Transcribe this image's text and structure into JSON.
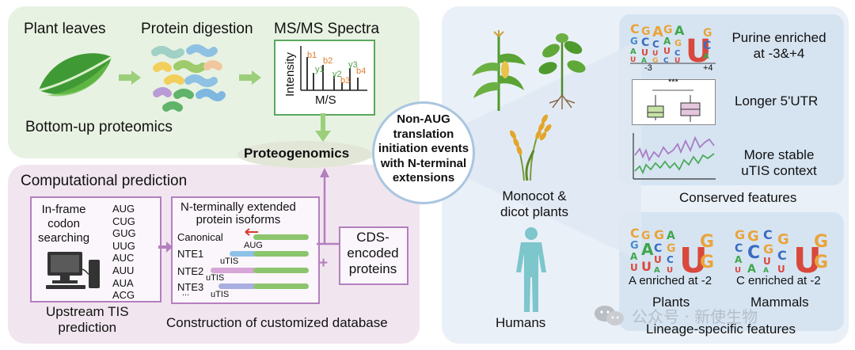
{
  "top_panel": {
    "plant_leaves": "Plant leaves",
    "protein_digestion": "Protein digestion",
    "ms_spectra": "MS/MS Spectra",
    "bottom_up": "Bottom-up proteomics",
    "spectrum": {
      "ylabel": "Intensity",
      "xlabel": "M/S",
      "peaks": [
        "b1",
        "y1",
        "b2",
        "y2",
        "b3",
        "y3",
        "b4"
      ]
    }
  },
  "proteogenomics": "Proteogenomics",
  "center_circle": {
    "lines": [
      "Non-AUG",
      "translation",
      "initiation events",
      "with N-terminal",
      "extensions"
    ]
  },
  "computational": {
    "title": "Computational prediction",
    "codon_box_label": [
      "In-frame",
      "codon",
      "searching"
    ],
    "codons": [
      "AUG",
      "CUG",
      "GUG",
      "UUG",
      "AUC",
      "AUU",
      "AUA",
      "ACG"
    ],
    "upstream_tis": [
      "Upstream TIS",
      "prediction"
    ],
    "isoforms_title": [
      "N-terminally extended",
      "protein isoforms"
    ],
    "rows": [
      "Canonical",
      "NTE1",
      "NTE2",
      "NTE3"
    ],
    "ellipsis": "...",
    "aug": "AUG",
    "utis": "uTIS",
    "construction": "Construction of customized database",
    "cds_lines": [
      "CDS-",
      "encoded",
      "proteins"
    ],
    "plus": "+"
  },
  "organisms": {
    "plants_label": [
      "Monocot &",
      "dicot plants"
    ],
    "humans_label": "Humans"
  },
  "conserved": {
    "purine": [
      "Purine enriched",
      "at -3&+4"
    ],
    "logo_ticks": [
      "-3",
      "+4"
    ],
    "utr": "Longer 5'UTR",
    "significance": "***",
    "stable": [
      "More stable",
      "uTIS context"
    ],
    "title": "Conserved features"
  },
  "lineage": {
    "plants_enriched": "A enriched at -2",
    "mammals_enriched": "C enriched at -2",
    "plants": "Plants",
    "mammals": "Mammals",
    "title": "Lineage-specific features"
  },
  "watermark": "公众号 · 新使生物",
  "colors": {
    "green_arrow": "#9bcf7a",
    "purple": "#b47fbf",
    "circle_border": "#a9c5e0",
    "peak_orange": "#e07b2a",
    "peak_green": "#4ea24a"
  }
}
